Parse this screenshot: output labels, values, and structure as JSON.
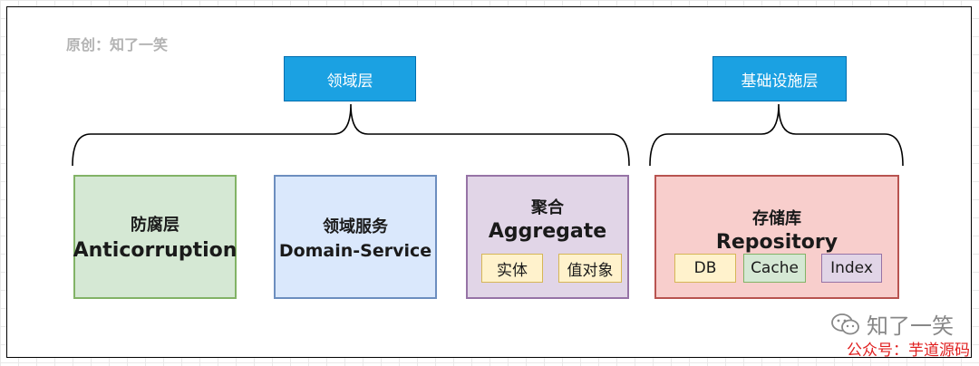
{
  "credit": "原创：知了一笑",
  "headers": {
    "domain": "领域层",
    "infra": "基础设施层"
  },
  "boxes": {
    "anticorruption": {
      "cn": "防腐层",
      "en": "Anticorruption"
    },
    "domain_service": {
      "cn": "领域服务",
      "en": "Domain-Service"
    },
    "aggregate": {
      "cn": "聚合",
      "en": "Aggregate",
      "items": [
        "实体",
        "值对象"
      ]
    },
    "repository": {
      "cn": "存储库",
      "en": "Repository",
      "items": [
        "DB",
        "Cache",
        "Index"
      ]
    }
  },
  "watermark": {
    "name": "知了一笑",
    "line2": "公众号：芋道源码"
  },
  "colors": {
    "header_fill": "#1ba1e2",
    "green_fill": "#d5e8d4",
    "green_border": "#82b366",
    "blue_fill": "#dae8fc",
    "blue_border": "#6c8ebf",
    "purple_fill": "#e1d5e7",
    "purple_border": "#9673a6",
    "red_fill": "#f8cecc",
    "red_border": "#b85450",
    "yellow_fill": "#fff2cc",
    "yellow_border": "#d6b656"
  }
}
